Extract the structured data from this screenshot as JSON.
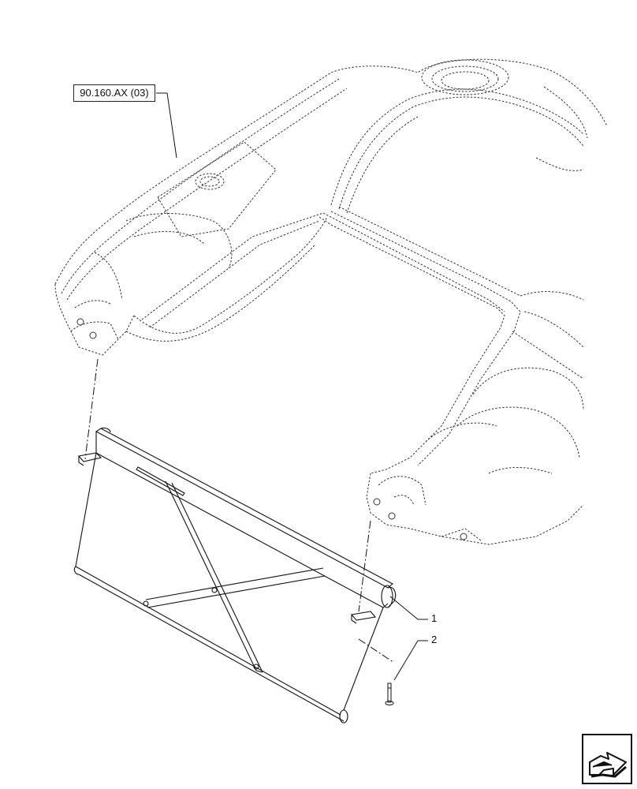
{
  "reference_label": "90.160.AX (03)",
  "callouts": [
    {
      "id": "1",
      "text": "1"
    },
    {
      "id": "2",
      "text": "2"
    }
  ],
  "nav_icon": "next-page-arrow-icon",
  "colors": {
    "line": "#111111",
    "background": "#ffffff"
  }
}
